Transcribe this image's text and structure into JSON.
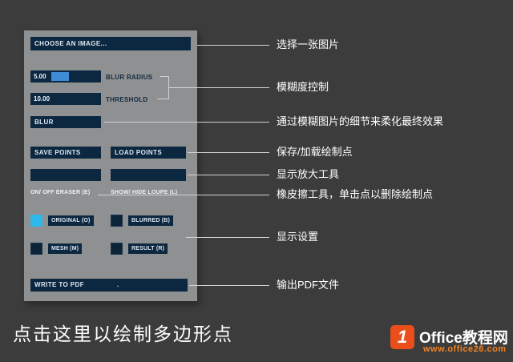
{
  "panel": {
    "choose_image": "CHOOSE AN IMAGE...",
    "blur_radius": {
      "value": "5.00",
      "label": "BLUR RADIUS"
    },
    "threshold": {
      "value": "10.00",
      "label": "THRESHOLD"
    },
    "blur_button": "BLUR",
    "save_points": "SAVE POINTS",
    "load_points": "LOAD POINTS",
    "eraser_label": "ON/ OFF ERASER (E)",
    "loupe_label": "SHOW/ HIDE LOUPE (L)",
    "checkboxes": [
      {
        "label": "ORIGINAL (O)",
        "checked": true
      },
      {
        "label": "BLURRED (B)",
        "checked": false
      },
      {
        "label": "MESH (M)",
        "checked": false
      },
      {
        "label": "RESULT (R)",
        "checked": false
      }
    ],
    "write_pdf": "WRITE TO PDF",
    "write_pdf_dot": "."
  },
  "annotations": [
    "选择一张图片",
    "模糊度控制",
    "通过模糊图片的细节来柔化最终效果",
    "保存/加载绘制点",
    "显示放大工具",
    "橡皮擦工具，单击点以删除绘制点",
    "显示设置",
    "输出PDF文件"
  ],
  "caption": "点击这里以绘制多边形点",
  "logo": {
    "icon_glyph": "1",
    "title": "Office教程网",
    "url": "www.office26.com"
  },
  "colors": {
    "background": "#3c3c3c",
    "panel_gray": "#8f9092",
    "button_navy": "#0c2840",
    "accent_cyan": "#2bb9ea",
    "selection_blue": "#3f8cd6",
    "annotation_line": "#d2d2d2",
    "logo_orange": "#e94e1b",
    "url_orange": "#f58220"
  }
}
